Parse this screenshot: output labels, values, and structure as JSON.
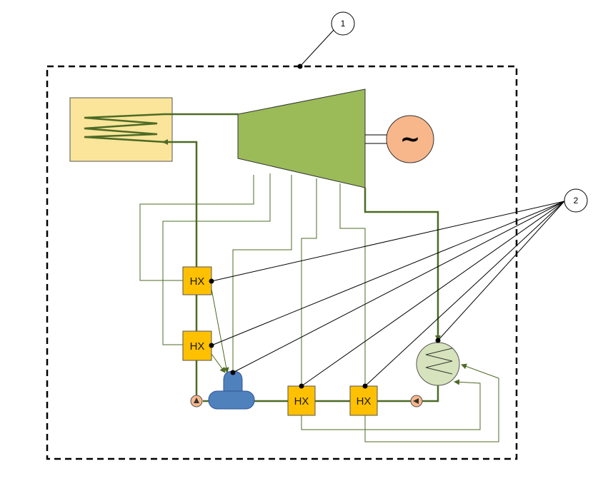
{
  "callouts": {
    "system": "1",
    "heat_exchangers": "2"
  },
  "generator": {
    "symbol": "~"
  },
  "heat_exchangers": [
    {
      "label": "HX"
    },
    {
      "label": "HX"
    },
    {
      "label": "HX"
    },
    {
      "label": "HX"
    }
  ],
  "colors": {
    "pipe": "#4d6b25",
    "turbine": "#9bbb59",
    "boiler": "#fbe59a",
    "generator": "#f8b78b",
    "hx": "#ffc000",
    "deaerator": "#4f81bd",
    "condenser": "#d6e3bc",
    "pump": "#f8b78b"
  }
}
